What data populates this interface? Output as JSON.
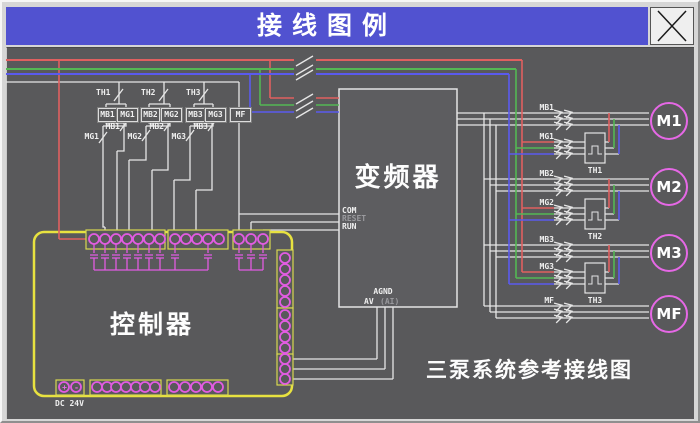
{
  "window": {
    "title": "接线图例",
    "caption": "三泵系统参考接线图"
  },
  "left_panel": {
    "th_labels": [
      "TH1",
      "TH2",
      "TH3"
    ],
    "terminal_boxes": [
      "MB1",
      "MG1",
      "MB2",
      "MG2",
      "MB3",
      "MG3",
      "MF"
    ],
    "contact_labels": [
      "MG1",
      "MB1",
      "MG2",
      "MB2",
      "MG3",
      "MB3"
    ]
  },
  "vfd": {
    "title": "变频器",
    "left_terminals": [
      "COM",
      "RESET",
      "RUN"
    ],
    "bottom_terminals": {
      "agnd": "AGND",
      "av": "AV",
      "ai": "(AI)"
    }
  },
  "controller": {
    "title": "控制器",
    "dc_label": "DC 24V",
    "dc_plus": "+",
    "dc_minus": "-"
  },
  "right_panel": {
    "groups": [
      {
        "mb": "MB1",
        "mg": "MG1",
        "th": "TH1",
        "motor": "M1"
      },
      {
        "mb": "MB2",
        "mg": "MG2",
        "th": "TH2",
        "motor": "M2"
      },
      {
        "mb": "MB3",
        "mg": "MG3",
        "th": "TH3",
        "motor": "M3"
      }
    ],
    "mf": {
      "label": "MF",
      "motor": "MF"
    }
  },
  "colors": {
    "phase_red": "#e06060",
    "phase_green": "#54b854",
    "phase_blue": "#5a5aee",
    "wire_white": "#e6e6e6",
    "terminal_magenta": "#e25ce2",
    "controller_yellow": "#e8e240",
    "titlebar_blue": "#5152d0",
    "background_gray": "#59595b"
  }
}
